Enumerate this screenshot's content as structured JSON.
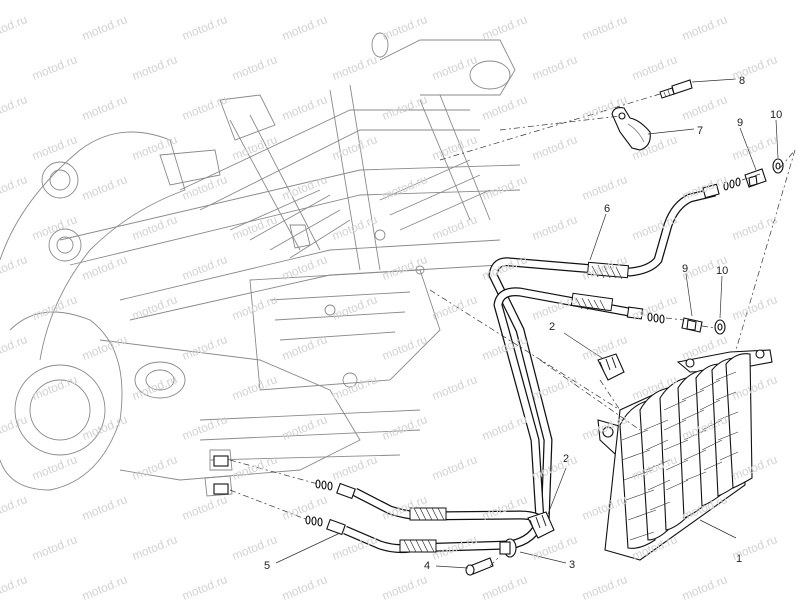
{
  "watermark": "motod.ru",
  "callouts": [
    {
      "id": "c1",
      "text": "1"
    },
    {
      "id": "c2a",
      "text": "2"
    },
    {
      "id": "c2b",
      "text": "2"
    },
    {
      "id": "c3",
      "text": "3"
    },
    {
      "id": "c4",
      "text": "4"
    },
    {
      "id": "c5",
      "text": "5"
    },
    {
      "id": "c6",
      "text": "6"
    },
    {
      "id": "c7",
      "text": "7"
    },
    {
      "id": "c8",
      "text": "8"
    },
    {
      "id": "c9a",
      "text": "9"
    },
    {
      "id": "c9b",
      "text": "9"
    },
    {
      "id": "c10a",
      "text": "10"
    },
    {
      "id": "c10b",
      "text": "10"
    }
  ]
}
